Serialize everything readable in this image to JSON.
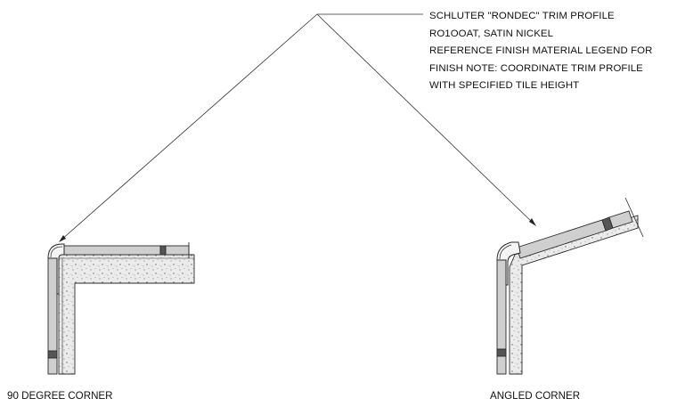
{
  "note": {
    "lines": [
      "SCHLUTER \"RONDEC\" TRIM PROFILE",
      "RO1OOAT, SATIN NICKEL",
      "REFERENCE FINISH MATERIAL LEGEND FOR",
      "FINISH NOTE: COORDINATE TRIM PROFILE",
      "WITH SPECIFIED TILE HEIGHT"
    ]
  },
  "captions": {
    "left": "90 DEGREE CORNER",
    "right": "ANGLED CORNER"
  },
  "colors": {
    "line": "#2a2a2a",
    "tile": "#c9c9c9",
    "substrate": "#e6e6e6",
    "joint": "#555555"
  }
}
